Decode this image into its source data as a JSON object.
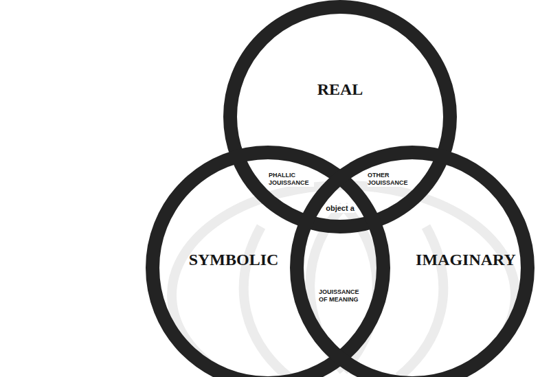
{
  "diagram": {
    "nodes": [
      {
        "text": [
          "REAL"
        ]
      },
      {
        "text": [
          "SYMBOLIC"
        ]
      },
      {
        "text": [
          "IMAGINARY"
        ]
      }
    ],
    "labels": [
      "PHALLIC JOUISSANCE",
      "OTHER JOUISSANCE",
      "object a",
      "JOUISSANCE OF MEANING"
    ]
  }
}
